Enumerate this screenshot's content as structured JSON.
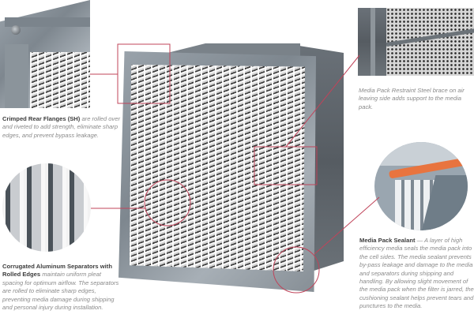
{
  "diagram": {
    "subject": "Box-style HEPA air filter with aluminum separators",
    "accent_color": "#c0445a",
    "callouts": [
      {
        "id": "crimped-rear-flanges",
        "title": "Crimped Rear Flanges (SH)",
        "text": " are rolled over and riveted to add strength, eliminate sharp edges, and prevent bypass leakage."
      },
      {
        "id": "corrugated-separators",
        "title": "Corrugated Aluminum Separators with Rolled Edges",
        "text": " maintain uniform pleat spacing for optimum airflow. The separators are rolled to eliminate sharp edges, preventing media damage during shipping and personal injury during installation."
      },
      {
        "id": "media-pack-restraint",
        "title": "",
        "text": "Media Pack Restraint Steel brace on air leaving side adds support to the media pack."
      },
      {
        "id": "media-pack-sealant",
        "title": "Media Pack Sealant",
        "text": " — A layer of high efficiency media seals the media pack into the cell sides. The media sealant prevents by-pass leakage and damage to the media and separators during shipping and handling. By allowing slight movement of the media pack when the filter is jarred, the cushioning sealant helps prevent tears and punctures to the media."
      }
    ]
  }
}
